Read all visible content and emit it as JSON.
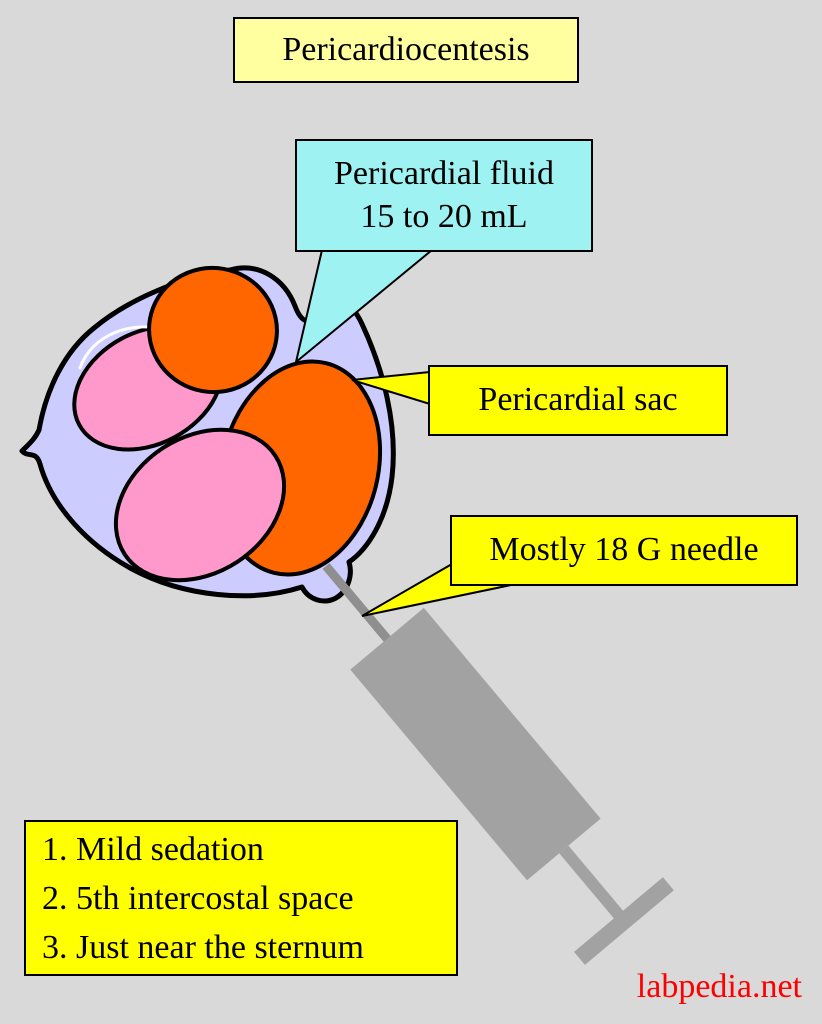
{
  "title": "Pericardiocentesis",
  "callouts": {
    "fluid": {
      "line1": "Pericardial fluid",
      "line2": "15 to 20 mL"
    },
    "sac": {
      "label": "Pericardial sac"
    },
    "needle": {
      "label": "Mostly 18 G needle"
    }
  },
  "steps": [
    "1. Mild sedation",
    "2. 5th intercostal space",
    "3. Just near the sternum"
  ],
  "watermark": "labpedia.net",
  "colors": {
    "background": "#d9d9d9",
    "title_box": "#ffffa0",
    "callout_yellow": "#ffff00",
    "callout_cyan": "#9ef2f2",
    "pericardial_sac": "#ccccff",
    "heart_orange": "#ff6600",
    "heart_pink": "#ff99cc",
    "syringe_gray": "#a2a2a2",
    "needle_gray": "#8f8f8f",
    "watermark_red": "#ff0000",
    "outline": "#000000"
  }
}
